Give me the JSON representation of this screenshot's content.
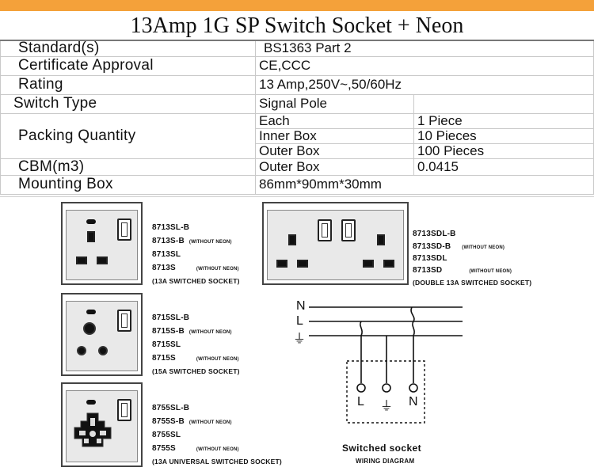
{
  "title": "13Amp 1G SP Switch Socket + Neon",
  "specs": {
    "standard": {
      "label": "Standard(s)",
      "value": "BS1363 Part 2"
    },
    "certificate": {
      "label": "Certificate Approval",
      "value": "CE,CCC"
    },
    "rating": {
      "label": "Rating",
      "value": "13 Amp,250V~,50/60Hz"
    },
    "switch_type": {
      "label": "Switch Type",
      "value": "Signal Pole"
    },
    "packing": {
      "label": "Packing Quantity",
      "rows": [
        {
          "item": "Each",
          "qty": "1 Piece"
        },
        {
          "item": "Inner Box",
          "qty": "10 Pieces"
        },
        {
          "item": "Outer Box",
          "qty": "100 Pieces"
        }
      ]
    },
    "cbm": {
      "label": "CBM(m3)",
      "item": "Outer Box",
      "value": "0.0415"
    },
    "mounting": {
      "label": "Mounting Box",
      "value": "86mm*90mm*30mm"
    }
  },
  "products": [
    {
      "models": [
        "8713SL-B",
        "8713S-B",
        "8713SL",
        "8713S"
      ],
      "notes": [
        "",
        "(WITHOUT NEON)",
        "",
        "(WITHOUT NEON)"
      ],
      "caption": "(13A SWITCHED SOCKET)"
    },
    {
      "models": [
        "8713SDL-B",
        "8713SD-B",
        "8713SDL",
        "8713SD"
      ],
      "notes": [
        "",
        "(WITHOUT NEON)",
        "",
        "(WITHOUT NEON)"
      ],
      "caption": "(DOUBLE 13A SWITCHED SOCKET)"
    },
    {
      "models": [
        "8715SL-B",
        "8715S-B",
        "8715SL",
        "8715S"
      ],
      "notes": [
        "",
        "(WITHOUT NEON)",
        "",
        "(WITHOUT NEON)"
      ],
      "caption": "(15A SWITCHED SOCKET)"
    },
    {
      "models": [
        "8755SL-B",
        "8755S-B",
        "8755SL",
        "8755S"
      ],
      "notes": [
        "",
        "(WITHOUT NEON)",
        "",
        "(WITHOUT NEON)"
      ],
      "caption": "(13A UNIVERSAL SWITCHED SOCKET)"
    }
  ],
  "wiring": {
    "line_labels": [
      "N",
      "L",
      "⏚"
    ],
    "terminal_labels": [
      "L",
      "⏚",
      "N"
    ],
    "caption": "Switched socket",
    "subcaption": "WIRING DIAGRAM"
  },
  "colors": {
    "accent_bar": "#f4a13a"
  }
}
